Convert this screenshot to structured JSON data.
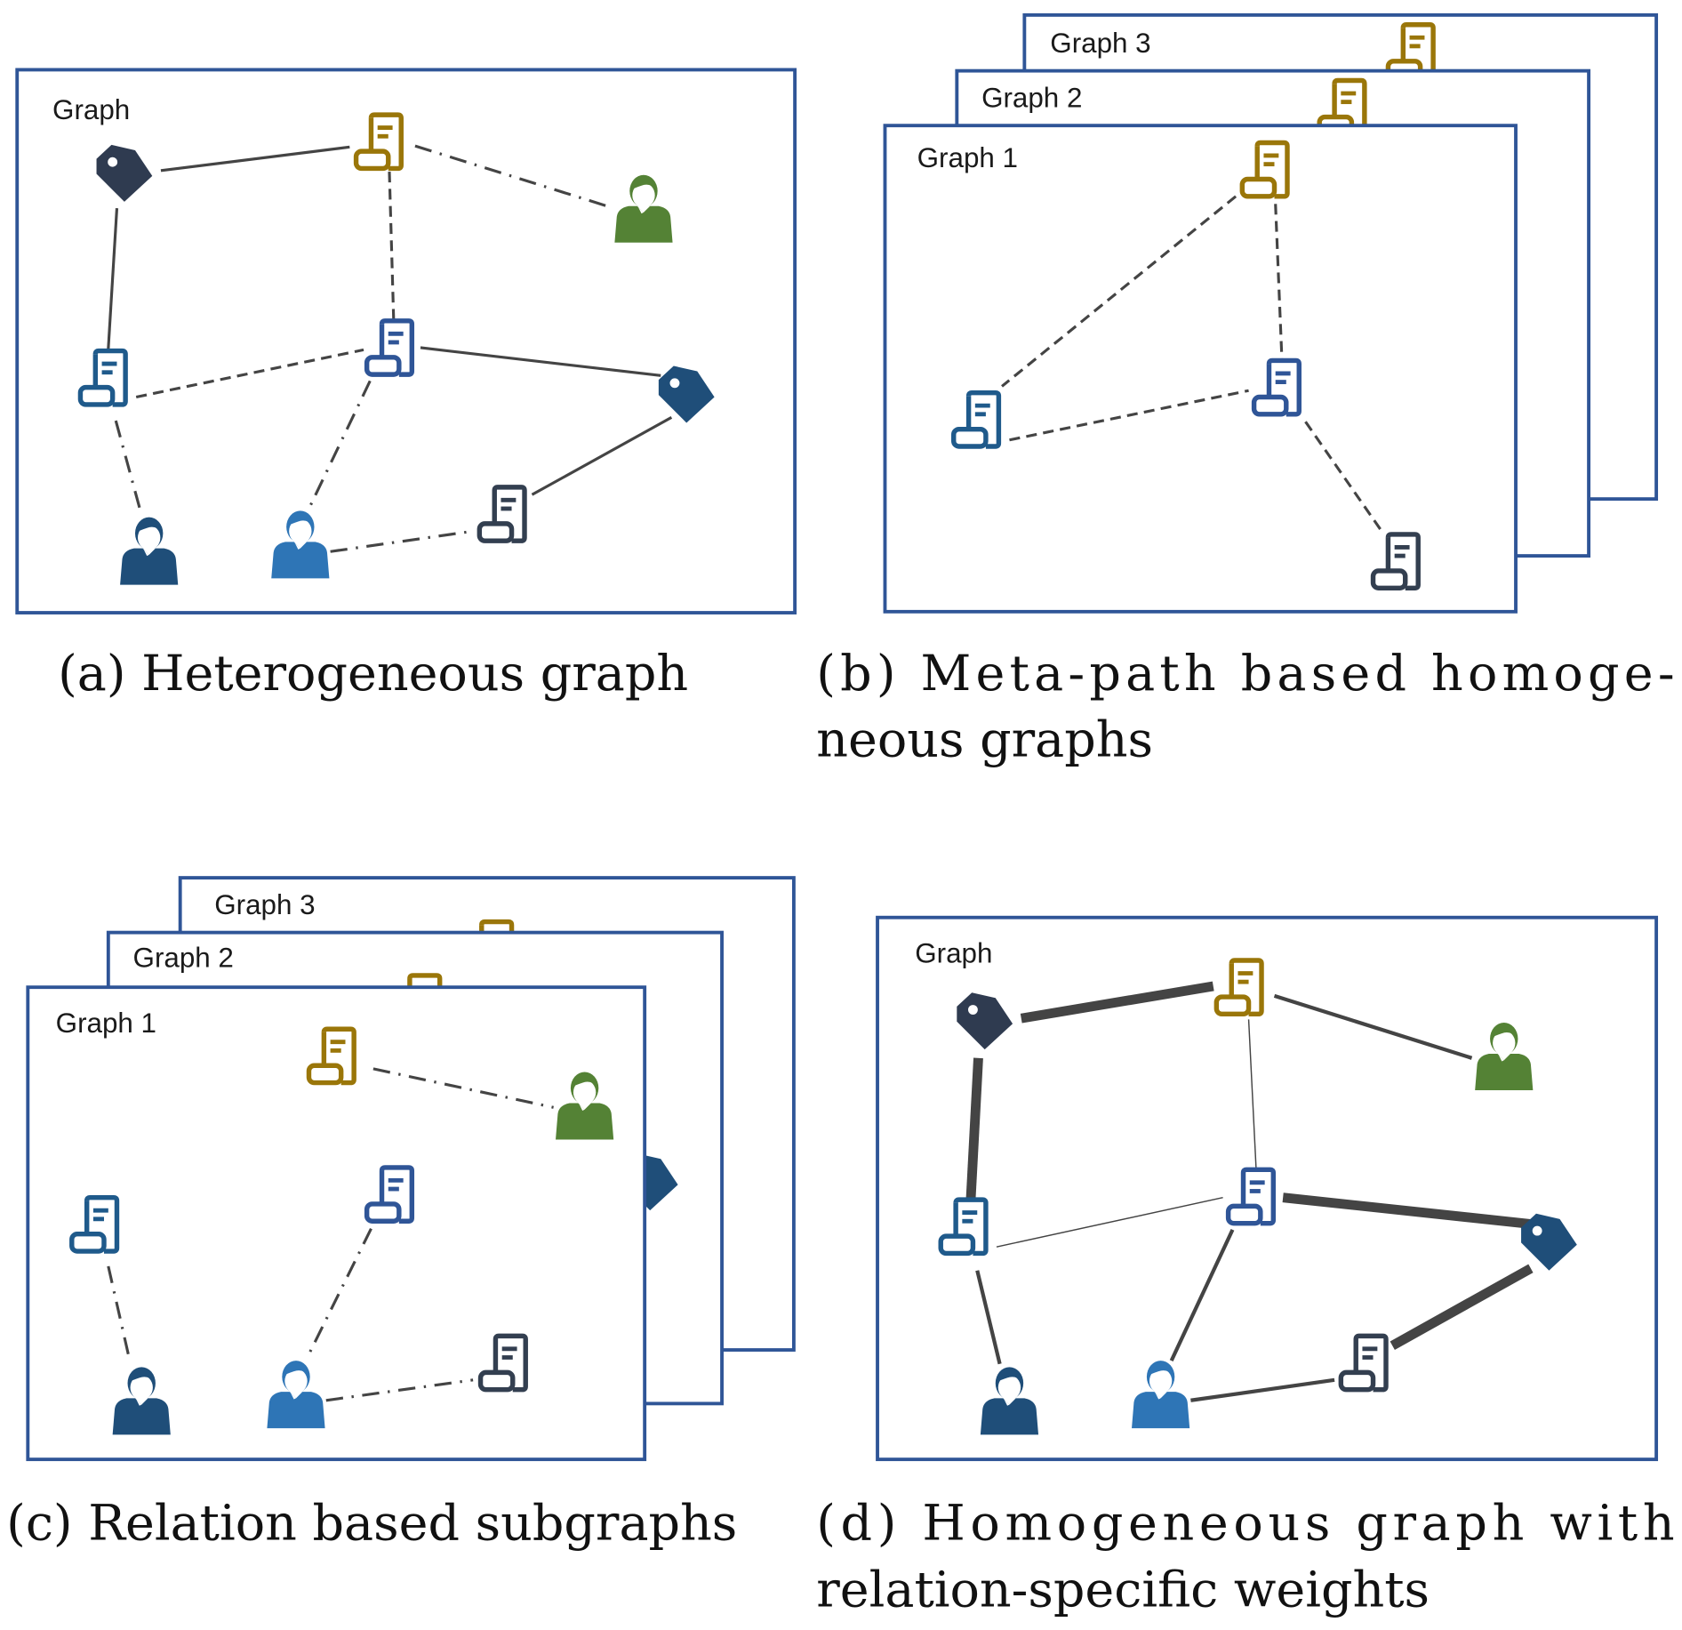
{
  "figure": {
    "colors": {
      "frame": "#2f5597",
      "edge": "#444444",
      "gold": "#9a7609",
      "green": "#548235",
      "navy": "#1f4e79",
      "light_blue": "#2e75b6",
      "dark_slate": "#2f3b50",
      "doc_blue": "#2f5597",
      "doc_steel": "#1f5a8b",
      "doc_dark": "#333f50"
    },
    "icon_types": {
      "doc": "document-scroll-icon",
      "tag": "tag-icon",
      "person": "user-icon"
    },
    "panels": [
      {
        "id": "a",
        "caption": "(a) Heterogeneous graph",
        "caption_lines": [
          "(a) Heterogeneous graph"
        ],
        "frames": [
          {
            "label": "Graph"
          }
        ],
        "nodes": [
          {
            "id": "t1",
            "type": "tag",
            "color": "dark_slate"
          },
          {
            "id": "d1",
            "type": "doc",
            "color": "gold"
          },
          {
            "id": "p1",
            "type": "person",
            "color": "green"
          },
          {
            "id": "d2",
            "type": "doc",
            "color": "doc_steel"
          },
          {
            "id": "d3",
            "type": "doc",
            "color": "doc_blue"
          },
          {
            "id": "t2",
            "type": "tag",
            "color": "navy"
          },
          {
            "id": "p2",
            "type": "person",
            "color": "navy"
          },
          {
            "id": "p3",
            "type": "person",
            "color": "light_blue"
          },
          {
            "id": "d4",
            "type": "doc",
            "color": "doc_dark"
          }
        ],
        "edges": [
          {
            "from": "t1",
            "to": "d1",
            "style": "solid"
          },
          {
            "from": "d1",
            "to": "p1",
            "style": "dashdot"
          },
          {
            "from": "t1",
            "to": "d2",
            "style": "solid"
          },
          {
            "from": "d1",
            "to": "d3",
            "style": "dashed"
          },
          {
            "from": "d2",
            "to": "d3",
            "style": "dashed"
          },
          {
            "from": "d3",
            "to": "t2",
            "style": "solid"
          },
          {
            "from": "d2",
            "to": "p2",
            "style": "dashdot"
          },
          {
            "from": "d3",
            "to": "p3",
            "style": "dashdot"
          },
          {
            "from": "t2",
            "to": "d4",
            "style": "solid"
          },
          {
            "from": "p3",
            "to": "d4",
            "style": "dashdot"
          }
        ]
      },
      {
        "id": "b",
        "caption": "(b) Meta-path based homogeneous graphs",
        "caption_lines": [
          "(b) Meta-path based homoge-",
          "neous graphs"
        ],
        "frames": [
          {
            "label": "Graph 3"
          },
          {
            "label": "Graph 2"
          },
          {
            "label": "Graph 1"
          }
        ],
        "nodes": [
          {
            "id": "d1",
            "type": "doc",
            "color": "gold"
          },
          {
            "id": "d2",
            "type": "doc",
            "color": "doc_steel"
          },
          {
            "id": "d3",
            "type": "doc",
            "color": "doc_blue"
          },
          {
            "id": "d4",
            "type": "doc",
            "color": "doc_dark"
          }
        ],
        "edges": [
          {
            "from": "d1",
            "to": "d2",
            "style": "dashed"
          },
          {
            "from": "d1",
            "to": "d3",
            "style": "dashed"
          },
          {
            "from": "d2",
            "to": "d3",
            "style": "dashed"
          },
          {
            "from": "d3",
            "to": "d4",
            "style": "dashed"
          }
        ]
      },
      {
        "id": "c",
        "caption": "(c) Relation based subgraphs",
        "caption_lines": [
          "(c) Relation based subgraphs"
        ],
        "frames": [
          {
            "label": "Graph 3"
          },
          {
            "label": "Graph 2"
          },
          {
            "label": "Graph 1"
          }
        ],
        "nodes": [
          {
            "id": "d1",
            "type": "doc",
            "color": "gold"
          },
          {
            "id": "p1",
            "type": "person",
            "color": "green"
          },
          {
            "id": "d3",
            "type": "doc",
            "color": "doc_blue"
          },
          {
            "id": "d2",
            "type": "doc",
            "color": "doc_steel"
          },
          {
            "id": "p2",
            "type": "person",
            "color": "navy"
          },
          {
            "id": "p3",
            "type": "person",
            "color": "light_blue"
          },
          {
            "id": "d4",
            "type": "doc",
            "color": "doc_dark"
          }
        ],
        "edges": [
          {
            "from": "d1",
            "to": "p1",
            "style": "dashdot"
          },
          {
            "from": "d2",
            "to": "p2",
            "style": "dashdot"
          },
          {
            "from": "d3",
            "to": "p3",
            "style": "dashdot"
          },
          {
            "from": "p3",
            "to": "d4",
            "style": "dashdot"
          }
        ]
      },
      {
        "id": "d",
        "caption": "(d) Homogeneous graph with relation-specific weights",
        "caption_lines": [
          "(d) Homogeneous graph with",
          "relation-specific weights"
        ],
        "frames": [
          {
            "label": "Graph"
          }
        ],
        "nodes": [
          {
            "id": "t1",
            "type": "tag",
            "color": "dark_slate"
          },
          {
            "id": "d1",
            "type": "doc",
            "color": "gold"
          },
          {
            "id": "p1",
            "type": "person",
            "color": "green"
          },
          {
            "id": "d2",
            "type": "doc",
            "color": "doc_steel"
          },
          {
            "id": "d3",
            "type": "doc",
            "color": "doc_blue"
          },
          {
            "id": "t2",
            "type": "tag",
            "color": "navy"
          },
          {
            "id": "p2",
            "type": "person",
            "color": "navy"
          },
          {
            "id": "p3",
            "type": "person",
            "color": "light_blue"
          },
          {
            "id": "d4",
            "type": "doc",
            "color": "doc_dark"
          }
        ],
        "edges": [
          {
            "from": "t1",
            "to": "d1",
            "weight": "heavy"
          },
          {
            "from": "d1",
            "to": "p1",
            "weight": "medium"
          },
          {
            "from": "t1",
            "to": "d2",
            "weight": "heavy"
          },
          {
            "from": "d1",
            "to": "d3",
            "weight": "light"
          },
          {
            "from": "d2",
            "to": "d3",
            "weight": "light"
          },
          {
            "from": "d3",
            "to": "t2",
            "weight": "heavy"
          },
          {
            "from": "d2",
            "to": "p2",
            "weight": "medium"
          },
          {
            "from": "d3",
            "to": "p3",
            "weight": "medium"
          },
          {
            "from": "t2",
            "to": "d4",
            "weight": "heavy"
          },
          {
            "from": "p3",
            "to": "d4",
            "weight": "medium"
          }
        ]
      }
    ]
  }
}
